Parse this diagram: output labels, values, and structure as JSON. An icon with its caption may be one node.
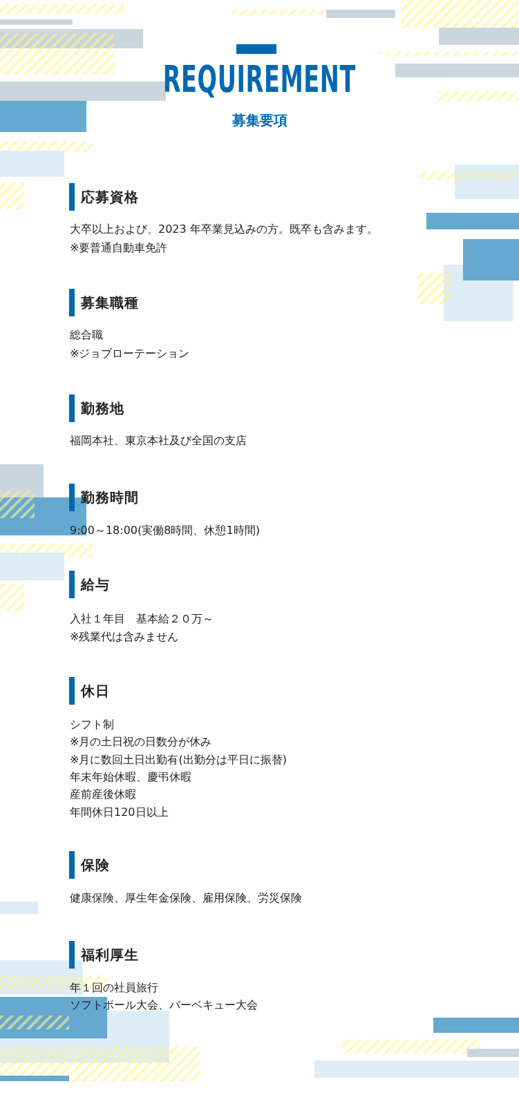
{
  "diagram": {
    "title": "REQUIREMENT",
    "labels": [
      "募集要項",
      "応募資格",
      "大卒以上および、2023 年卒業見込みの方。既卒も含みます。",
      "※要普通自動車免許",
      "募集職種",
      "総合職",
      "※ジョブローテーション",
      "勤務地",
      "福岡本社、東京本社及び全国の支店",
      "勤務時間",
      "9:00～18:00(実働8時間、休憩1時間)",
      "給与",
      "入社１年目　基本給２０万～",
      "※残業代は含みません",
      "休日",
      "シフト制",
      "※月の土日祝の日数分が休み",
      "※月に数回土日出勤有(出勤分は平日に振替)",
      "年末年始休暇、慶弔休暇",
      "産前産後休暇",
      "年間休日120日以上",
      "保険",
      "健康保険、厚生年金保険、雇用保険、労災保険",
      "福利厚生",
      "年１回の社員旅行",
      "ソフトボール大会、バーベキュー大会"
    ]
  }
}
